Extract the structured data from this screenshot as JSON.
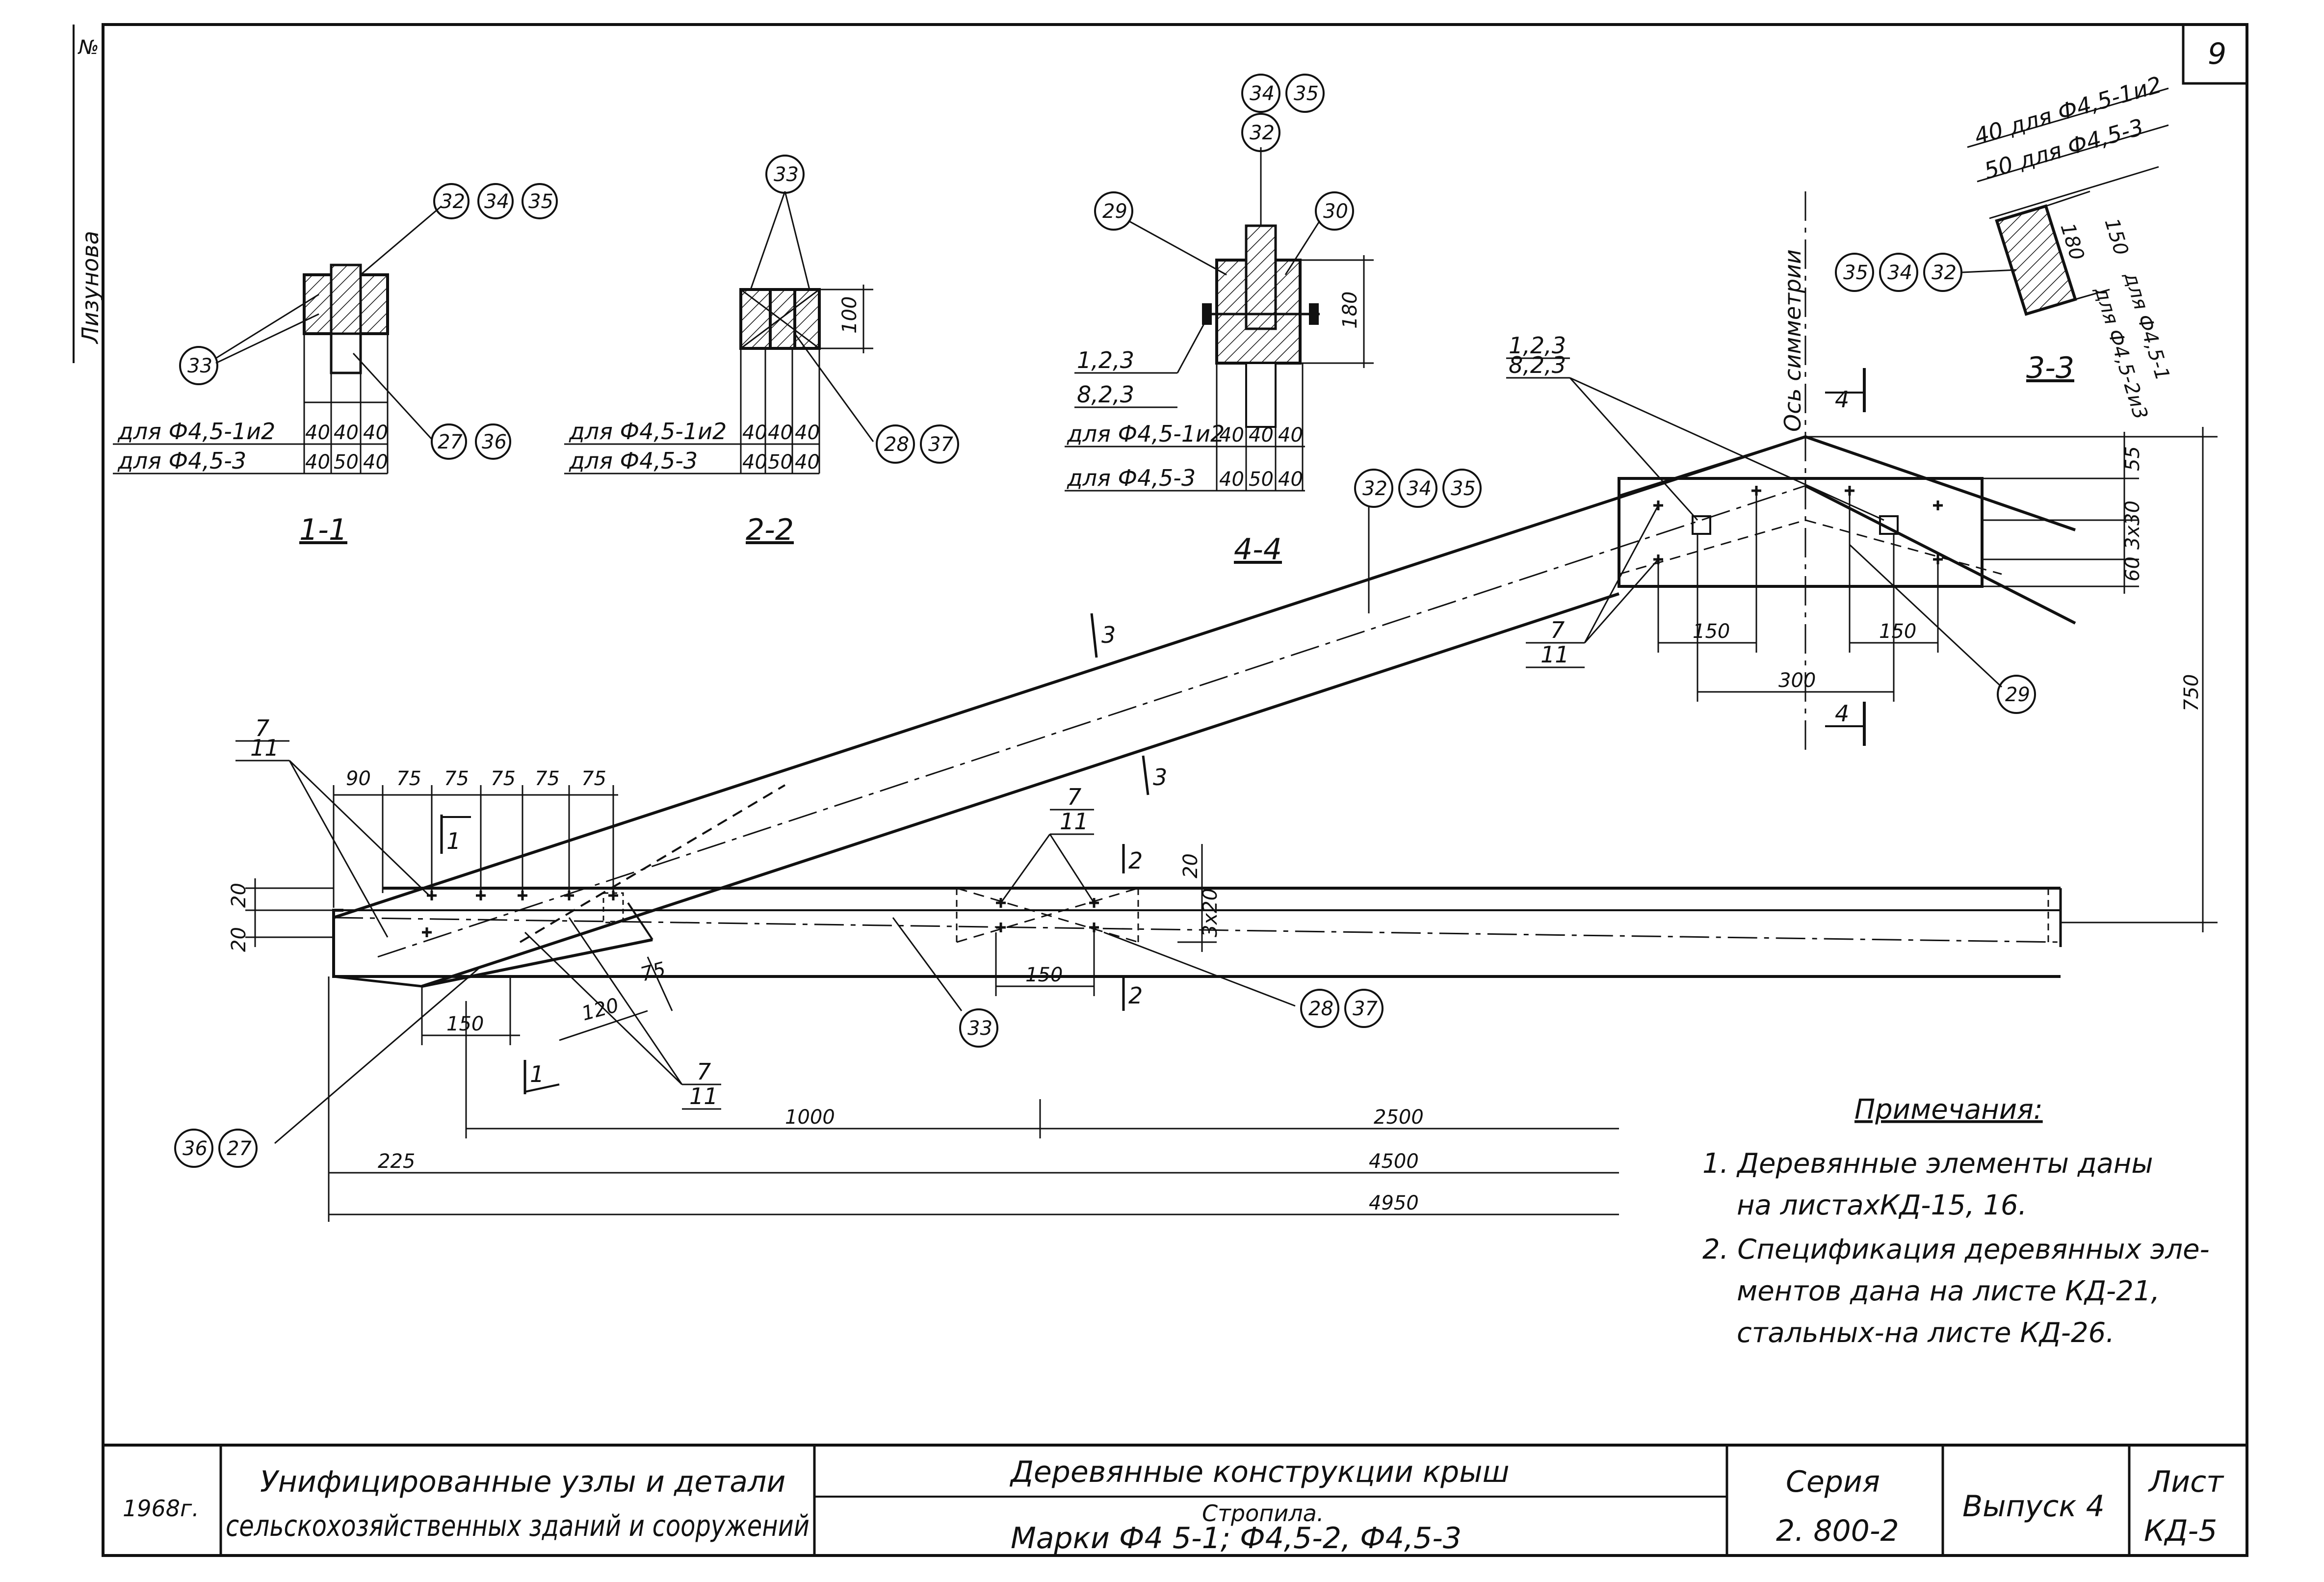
{
  "sheet_number": "9",
  "side_name": "Лизунова",
  "side_mark": "№",
  "sections": {
    "s11": {
      "title": "1-1",
      "row1": "для Ф4,5-1и2",
      "row2": "для Ф4,5-3",
      "d1": [
        "40",
        "40",
        "40"
      ],
      "d2": [
        "40",
        "50",
        "40"
      ],
      "c_top": [
        "32",
        "34",
        "35"
      ],
      "c_left": "33",
      "c_bot": [
        "27",
        "36"
      ]
    },
    "s22": {
      "title": "2-2",
      "row1": "для Ф4,5-1и2",
      "row2": "для Ф4,5-3",
      "d1": [
        "40",
        "40",
        "40"
      ],
      "d2": [
        "40",
        "50",
        "40"
      ],
      "c_top": "33",
      "c_bot": [
        "28",
        "37"
      ],
      "h": "100"
    },
    "s44": {
      "title": "4-4",
      "row1": "для Ф4,5-1и2",
      "row2": "для Ф4,5-3",
      "d1": [
        "40",
        "40",
        "40"
      ],
      "d2": [
        "40",
        "50",
        "40"
      ],
      "c_top": [
        "34",
        "35"
      ],
      "c_mid": "32",
      "c_l": "29",
      "c_r": "30",
      "lead1": "1,2,3",
      "lead2": "8,2,3",
      "h": "180"
    },
    "s33": {
      "title": "3-3",
      "r1": "40 для Ф4,5-1и2",
      "r2": "50 для Ф4,5-3",
      "c": [
        "35",
        "34",
        "32"
      ],
      "h1": "180",
      "h2": "150",
      "v1": "для Ф4,5-1",
      "v2": "для Ф4,5-2и3"
    }
  },
  "main": {
    "axis_label": "Ось симметрии",
    "cut_4": "4",
    "cut_3": "3",
    "cut_2": "2",
    "cut_1": "1",
    "lead_top1": "1,2,3",
    "lead_top2": "8,2,3",
    "lead_7": "7",
    "lead_11": "11",
    "d_top": [
      "90",
      "75",
      "75",
      "75",
      "75",
      "75"
    ],
    "d_left": [
      "20",
      "20"
    ],
    "d_right_a": "20",
    "d_right_b": "3x20",
    "d_150a": "150",
    "d_120": "120",
    "d_75": "75",
    "d_150b": "150",
    "d_apex": [
      "150",
      "150",
      "300"
    ],
    "d_apex_v": [
      "55",
      "3x30",
      "60"
    ],
    "d_750": "750",
    "c_3235": [
      "32",
      "34",
      "35"
    ],
    "c_29": "29",
    "c_33": "33",
    "c_2837": [
      "28",
      "37"
    ],
    "c_3627": [
      "36",
      "27"
    ],
    "run_1000": "1000",
    "run_2500": "2500",
    "run_225": "225",
    "run_4500": "4500",
    "run_4950": "4950"
  },
  "notes": {
    "heading": "Примечания:",
    "lines": [
      "1. Деревянные элементы даны",
      "на листахКД-15, 16.",
      "2. Спецификация деревянных эле-",
      "ментов дана на листе КД-21,",
      "стальных-на листе КД-26."
    ]
  },
  "title_block": {
    "year": "1968г.",
    "org1": "Унифицированные узлы и детали",
    "org2": "сельскохозяйственных зданий и сооружений",
    "main_title": "Деревянные конструкции крыш",
    "sub_title": "Стропила.",
    "marks": "Марки  Ф4 5-1;  Ф4,5-2,  Ф4,5-3",
    "series_label": "Серия",
    "series_value": "2. 800-2",
    "issue": "Выпуск 4",
    "sheet_label": "Лист",
    "sheet_value": "КД-5"
  }
}
